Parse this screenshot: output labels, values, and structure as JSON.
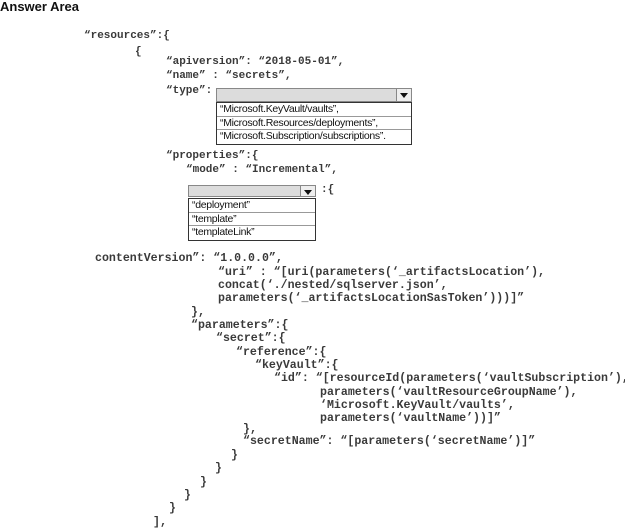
{
  "title": "Answer Area",
  "code_top": [
    "“resources”:{",
    "{",
    "“apiversion”: “2018-05-01”,",
    "“name” : “secrets”,",
    "“type”:",
    "“properties”:{",
    "“mode” : “Incremental”,",
    ":{"
  ],
  "type_dropdown": {
    "selected": "",
    "options": [
      "“Microsoft.KeyVault/vaults”,",
      "“Microsoft.Resources/deployments”,",
      "“Microsoft.Subscription/subscriptions”."
    ]
  },
  "property_dropdown": {
    "selected": "",
    "options": [
      "“deployment”",
      "“template”",
      "“templateLink”"
    ]
  },
  "code_bottom": [
    "contentVersion”: “1.0.0.0”,",
    "“uri” : “[uri(parameters(‘_artifactsLocation’),",
    "concat(‘./nested/sqlserver.json’,",
    "parameters(‘_artifactsLocationSasToken’)))]”",
    "},",
    "“parameters”:{",
    "“secret”:{",
    "“reference”:{",
    "“keyVault”:{",
    "“id”: “[resourceId(parameters(‘vaultSubscription’),",
    "parameters(‘vaultResourceGroupName’),",
    "‘Microsoft.KeyVault/vaults’,",
    "parameters(‘vaultName’))]”",
    "},",
    "“secretName”: “[parameters(‘secretName’)]”",
    "}",
    "}",
    "}",
    "}",
    "}",
    "],"
  ]
}
